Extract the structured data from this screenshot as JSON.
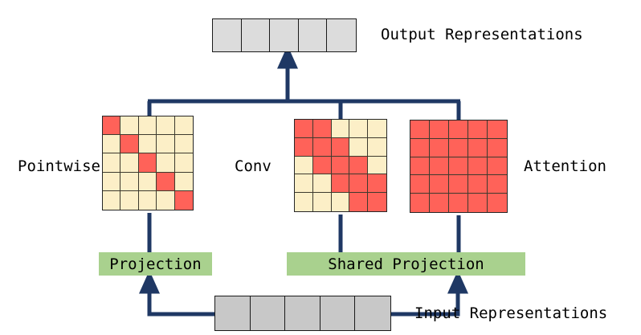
{
  "diagram": {
    "title": "Pointwise / Conv / Attention mixing architecture",
    "colors": {
      "active_cell": "#ff6259",
      "inactive_cell": "#fcefc7",
      "projection_box": "#a9d18e",
      "wire": "#1f3864",
      "output_token": "#dcdcdc",
      "input_token": "#c8c8c8",
      "cell_border": "#3d3a2e"
    }
  },
  "output_representations": {
    "label": "Output Representations",
    "cell_count": 5
  },
  "input_representations": {
    "label": "Input Representations",
    "cell_count": 5
  },
  "projections": {
    "pointwise_projection_label": "Projection",
    "shared_projection_label": "Shared Projection"
  },
  "matrices": [
    {
      "name": "pointwise",
      "label": "Pointwise",
      "rows": 5,
      "cols": 5,
      "pattern": [
        [
          1,
          0,
          0,
          0,
          0
        ],
        [
          0,
          1,
          0,
          0,
          0
        ],
        [
          0,
          0,
          1,
          0,
          0
        ],
        [
          0,
          0,
          0,
          1,
          0
        ],
        [
          0,
          0,
          0,
          0,
          1
        ]
      ]
    },
    {
      "name": "conv",
      "label": "Conv",
      "rows": 5,
      "cols": 5,
      "pattern": [
        [
          1,
          1,
          0,
          0,
          0
        ],
        [
          1,
          1,
          1,
          0,
          0
        ],
        [
          0,
          1,
          1,
          1,
          0
        ],
        [
          0,
          0,
          1,
          1,
          1
        ],
        [
          0,
          0,
          0,
          1,
          1
        ]
      ]
    },
    {
      "name": "attention",
      "label": "Attention",
      "rows": 5,
      "cols": 5,
      "pattern": [
        [
          1,
          1,
          1,
          1,
          1
        ],
        [
          1,
          1,
          1,
          1,
          1
        ],
        [
          1,
          1,
          1,
          1,
          1
        ],
        [
          1,
          1,
          1,
          1,
          1
        ],
        [
          1,
          1,
          1,
          1,
          1
        ]
      ]
    }
  ]
}
